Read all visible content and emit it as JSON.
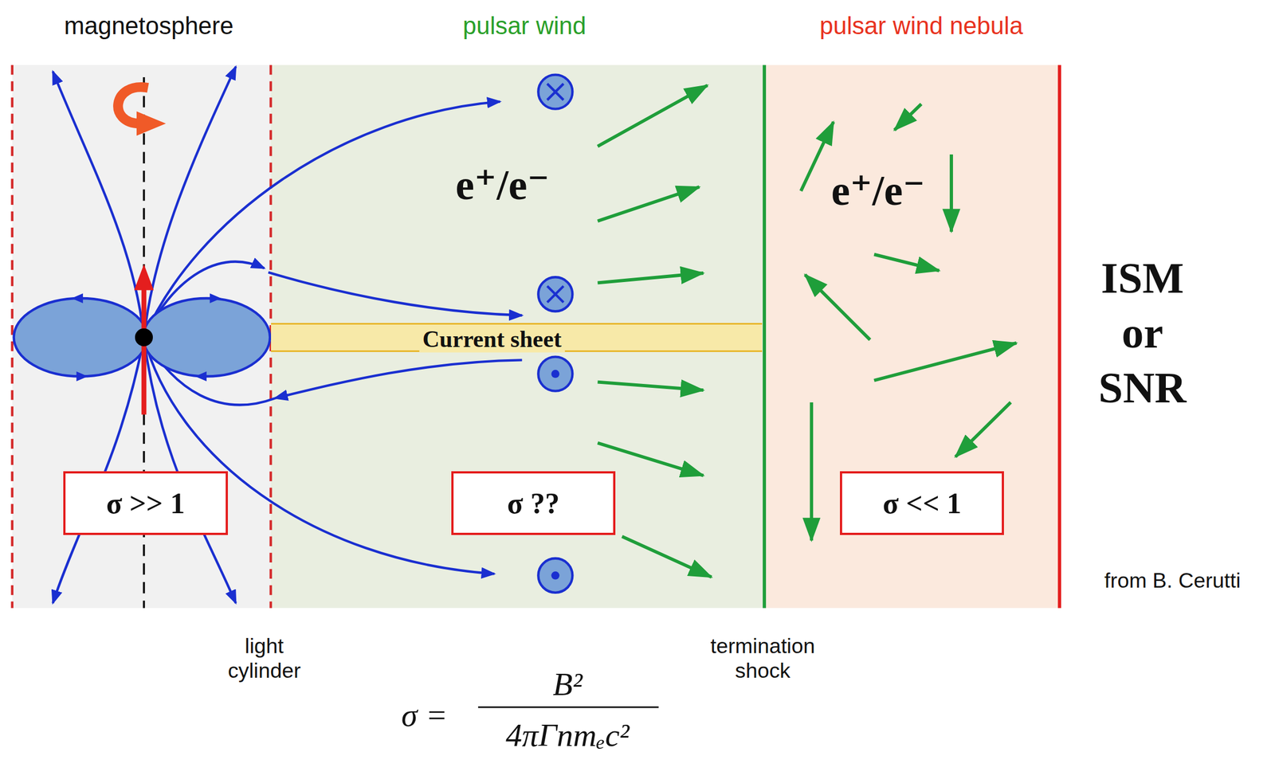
{
  "diagram": {
    "nodes": [
      {
        "text": [
          "magnetosphere"
        ]
      },
      {
        "text": [
          "σ >> 1"
        ],
        "in": 0
      },
      {
        "text": [
          "pulsar wind",
          "e⁺/e⁻"
        ]
      },
      {
        "text": [
          "Current sheet"
        ],
        "in": 2
      },
      {
        "text": [
          "σ ??"
        ],
        "in": 2
      },
      {
        "text": [
          "pulsar wind nebula",
          "e⁺/e⁻"
        ]
      },
      {
        "text": [
          "σ << 1"
        ],
        "in": 5
      }
    ],
    "labels": [
      "light cylinder",
      "termination shock",
      "ISM or SNR",
      "from B. Cerutti",
      "σ =",
      "B²",
      "4πΓnmₑc²"
    ]
  }
}
